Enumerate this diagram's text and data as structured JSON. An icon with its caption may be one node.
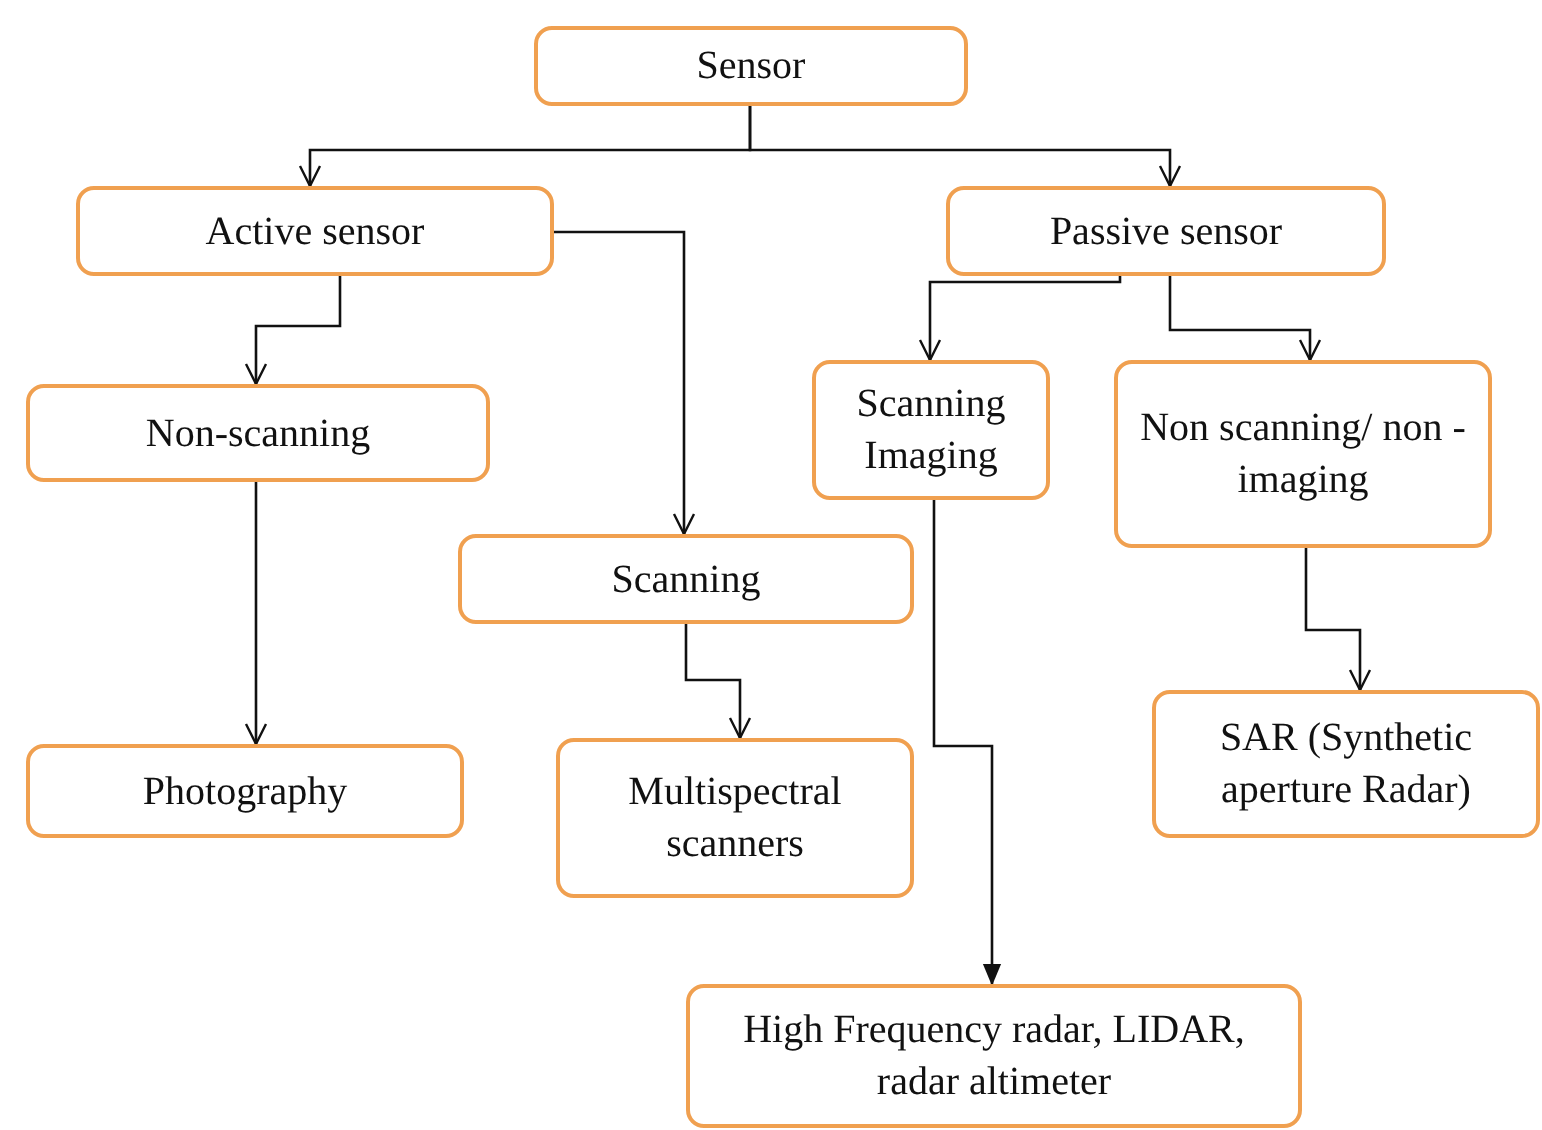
{
  "diagram": {
    "nodes": [
      {
        "text": [
          "Sensor"
        ]
      },
      {
        "text": [
          "Active sensor"
        ]
      },
      {
        "text": [
          "Passive sensor"
        ]
      },
      {
        "text": [
          "Non-scanning"
        ]
      },
      {
        "text": [
          "Scanning Imaging"
        ]
      },
      {
        "text": [
          "Non scanning/ non -imaging"
        ]
      },
      {
        "text": [
          "Scanning"
        ]
      },
      {
        "text": [
          "Photography"
        ]
      },
      {
        "text": [
          "Multispectral scanners"
        ]
      },
      {
        "text": [
          "SAR (Synthetic aperture Radar)"
        ]
      },
      {
        "text": [
          "High Frequency radar, LIDAR, radar altimeter"
        ]
      }
    ],
    "edges": [
      {
        "from": 0,
        "to": 1,
        "arrow": "to"
      },
      {
        "from": 0,
        "to": 2,
        "arrow": "to"
      },
      {
        "from": 1,
        "to": 3,
        "arrow": "to"
      },
      {
        "from": 1,
        "to": 6,
        "arrow": "to"
      },
      {
        "from": 2,
        "to": 4,
        "arrow": "to"
      },
      {
        "from": 2,
        "to": 5,
        "arrow": "to"
      },
      {
        "from": 3,
        "to": 7,
        "arrow": "to"
      },
      {
        "from": 6,
        "to": 8,
        "arrow": "to"
      },
      {
        "from": 5,
        "to": 9,
        "arrow": "to"
      },
      {
        "from": 4,
        "to": 10,
        "arrow": "to"
      }
    ]
  }
}
